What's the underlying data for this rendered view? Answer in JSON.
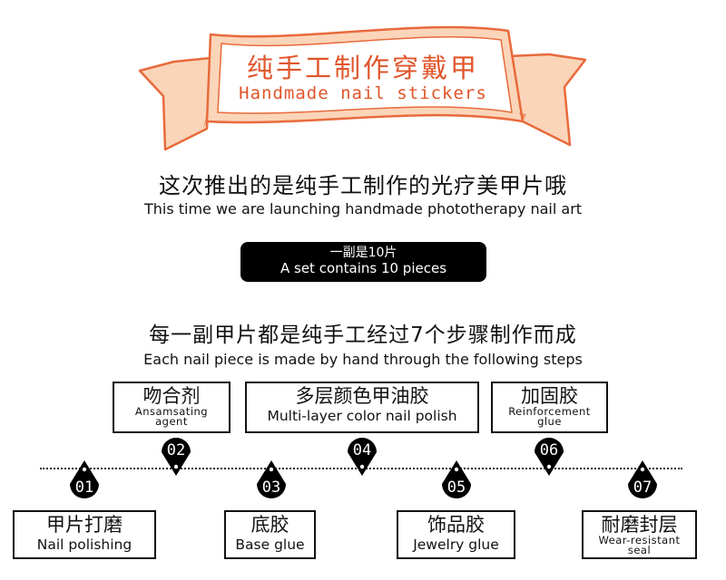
{
  "banner": {
    "title": "纯手工制作穿戴甲",
    "subtitle": "Handmade nail stickers",
    "ribbon_fill": "#fbd5b9",
    "ribbon_stroke": "#e86a3c",
    "text_color": "#e0552a"
  },
  "intro": {
    "headline": "这次推出的是纯手工制作的光疗美甲片哦",
    "headline_en": "This time we are launching handmade phototherapy nail art"
  },
  "set_badge": {
    "zh": "一副是10片",
    "en": "A set contains 10 pieces"
  },
  "process": {
    "headline": "每一副甲片都是纯手工经过7个步骤制作而成",
    "headline_en": "Each nail piece is made by hand through the following steps",
    "steps": [
      {
        "num": "01",
        "zh": "甲片打磨",
        "en": "Nail polishing"
      },
      {
        "num": "02",
        "zh": "吻合剂",
        "en": "Ansamsating agent"
      },
      {
        "num": "03",
        "zh": "底胶",
        "en": "Base glue"
      },
      {
        "num": "04",
        "zh": "多层颜色甲油胶",
        "en": "Multi-layer color nail polish"
      },
      {
        "num": "05",
        "zh": "饰品胶",
        "en": "Jewelry glue"
      },
      {
        "num": "06",
        "zh": "加固胶",
        "en": "Reinforcement glue"
      },
      {
        "num": "07",
        "zh": "耐磨封层",
        "en": "Wear-resistant seal"
      }
    ]
  }
}
